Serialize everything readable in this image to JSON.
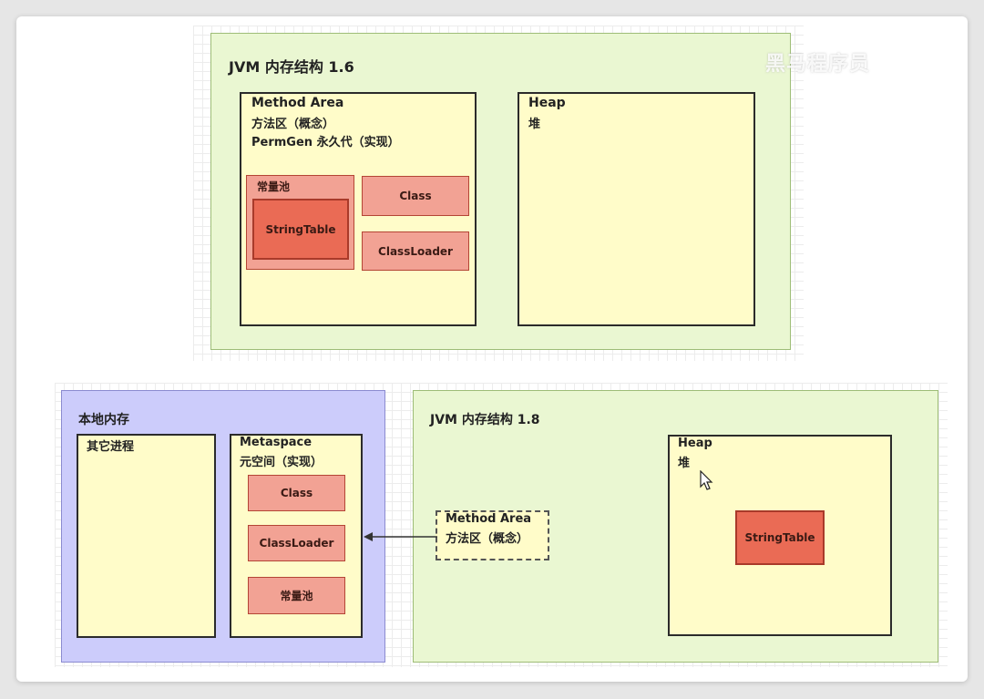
{
  "watermark": "黑马程序员",
  "jvm16": {
    "title": "JVM 内存结构 1.6",
    "method_area": {
      "line1": "Method Area",
      "line2": "方法区（概念）",
      "line3": "PermGen 永久代（实现）"
    },
    "constant_pool": "常量池",
    "string_table": "StringTable",
    "class": "Class",
    "class_loader": "ClassLoader",
    "heap": {
      "line1": "Heap",
      "line2": "堆"
    }
  },
  "native": {
    "title": "本地内存",
    "other_process": "其它进程",
    "metaspace": {
      "line1": "Metaspace",
      "line2": "元空间（实现）",
      "class": "Class",
      "class_loader": "ClassLoader",
      "constant_pool": "常量池"
    }
  },
  "jvm18": {
    "title": "JVM 内存结构 1.8",
    "method_area": {
      "line1": "Method Area",
      "line2": "方法区（概念）"
    },
    "heap": {
      "line1": "Heap",
      "line2": "堆"
    },
    "string_table": "StringTable"
  },
  "colors": {
    "green_bg": "#eaf7d2",
    "yellow_bg": "#fffcc9",
    "purple_bg": "#ccccfb",
    "salmon": "#f2a294",
    "red": "#ea6b55"
  }
}
